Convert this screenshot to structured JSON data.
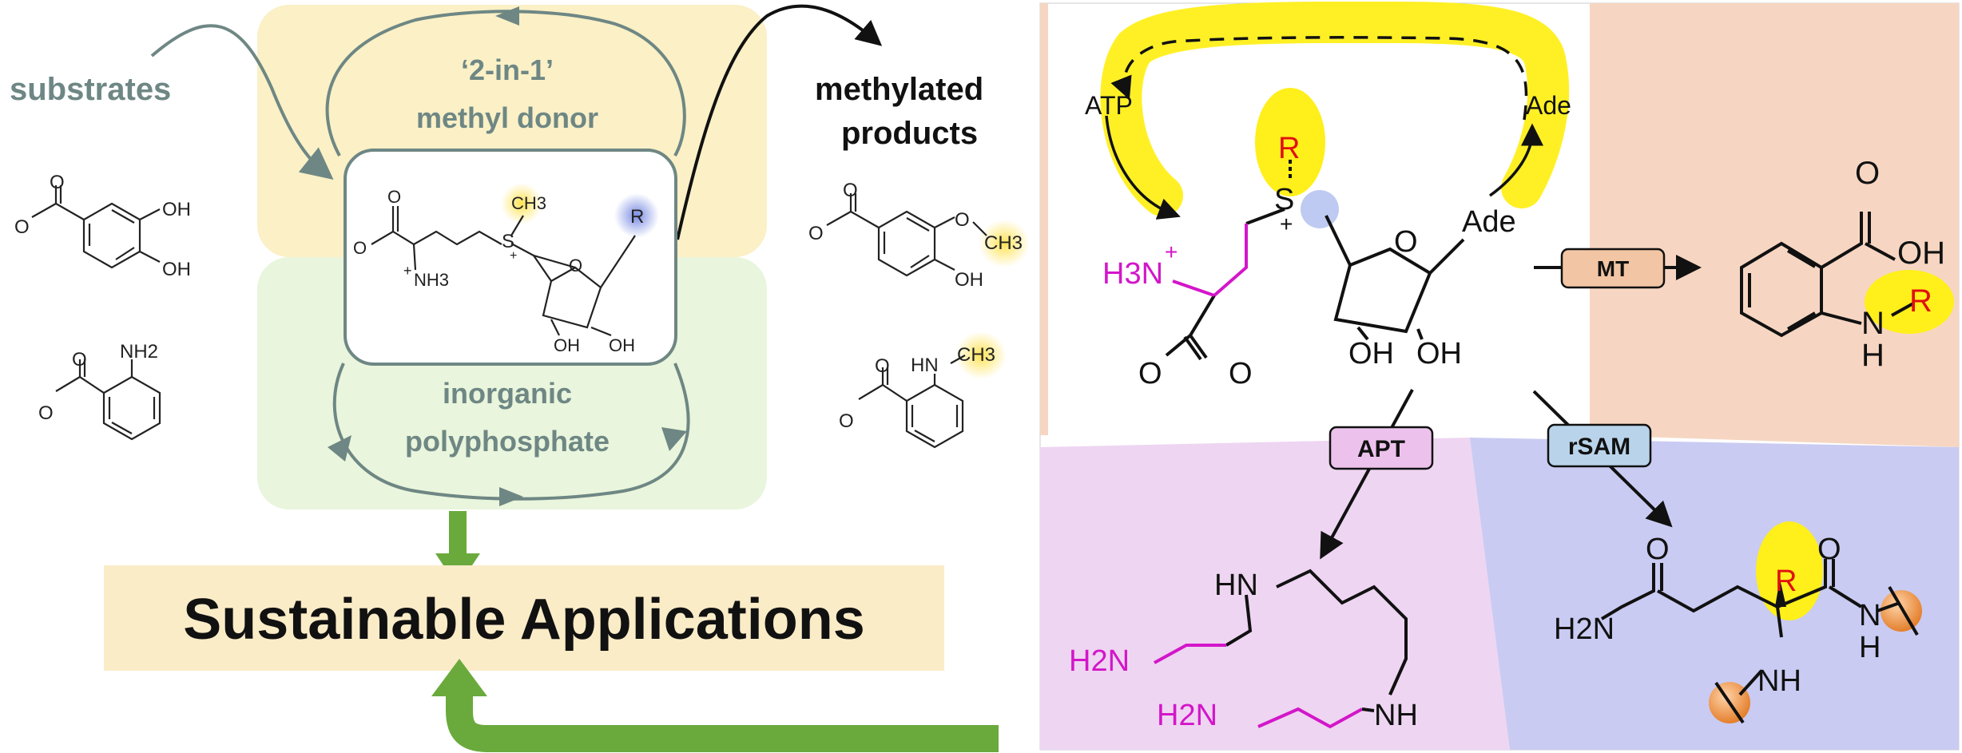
{
  "left_panel": {
    "substrates_label": "substrates",
    "products_label_line1": "methylated",
    "products_label_line2": "products",
    "donor_line1": "‘2-in-1’",
    "donor_line2": "methyl donor",
    "polyP_line1": "inorganic",
    "polyP_line2": "polyphosphate",
    "sustainable_label": "Sustainable Applications",
    "colors": {
      "yellow_zone": "#fbf0c6",
      "green_zone": "#e9f5dc",
      "cycle_grey": "#6e8784",
      "green_arrow": "#6aaa3c",
      "highlight": "#ffe24d",
      "r_blue": "#6b7fe0"
    },
    "sam_atoms": {
      "ch3": "CH3",
      "s_plus": "S",
      "plus": "+",
      "nh3": "NH3",
      "plus_nh3": "+",
      "o_minus": "O",
      "o_top": "O",
      "r": "R",
      "oh_a": "OH",
      "oh_b": "OH",
      "ring_o": "O"
    },
    "substrate_atoms": {
      "s1_o_minus": "O",
      "s1_o": "O",
      "s1_oh_top": "OH",
      "s1_oh_bottom": "OH",
      "s2_o_minus": "O",
      "s2_o": "O",
      "s2_nh2": "NH2"
    },
    "product_atoms": {
      "p1_o_minus": "O",
      "p1_o": "O",
      "p1_o_me": "O",
      "p1_ch3": "CH3",
      "p1_oh": "OH",
      "p2_o_minus": "O",
      "p2_o": "O",
      "p2_hn": "HN",
      "p2_ch3": "CH3"
    }
  },
  "right_panel": {
    "atp": "ATP",
    "ade_top": "Ade",
    "ade_ring": "Ade",
    "r_top": "R",
    "s_atom": "S",
    "s_plus": "+",
    "h3n": "H3N",
    "h3n_plus": "+",
    "carboxylate_o_minus": "O",
    "carboxylate_o": "O",
    "oh_left": "OH",
    "oh_right": "OH",
    "ring_o": "O",
    "mt_label": "MT",
    "apt_label": "APT",
    "rsam_label": "rSAM",
    "mt_product": {
      "o": "O",
      "oh": "OH",
      "n": "N",
      "h": "H",
      "r": "R"
    },
    "apt_product": {
      "hn": "HN",
      "h2n_a": "H2N",
      "h2n_b": "H2N",
      "nh": "NH"
    },
    "rsam_product": {
      "o_left": "O",
      "o_right": "O",
      "h2n": "H2N",
      "r": "R",
      "nh": "NH",
      "n": "N",
      "h": "H"
    },
    "colors": {
      "peach": "#f6d6c2",
      "lavender": "#eed5f2",
      "periwinkle": "#c9cbf2",
      "mt_box": "#f2c6a4",
      "apt_box": "#ecc2ec",
      "rsam_box": "#b9d4ea",
      "magenta": "#d316c9",
      "highlight": "#ffef1a",
      "orange_ball": "#f0a060"
    }
  }
}
